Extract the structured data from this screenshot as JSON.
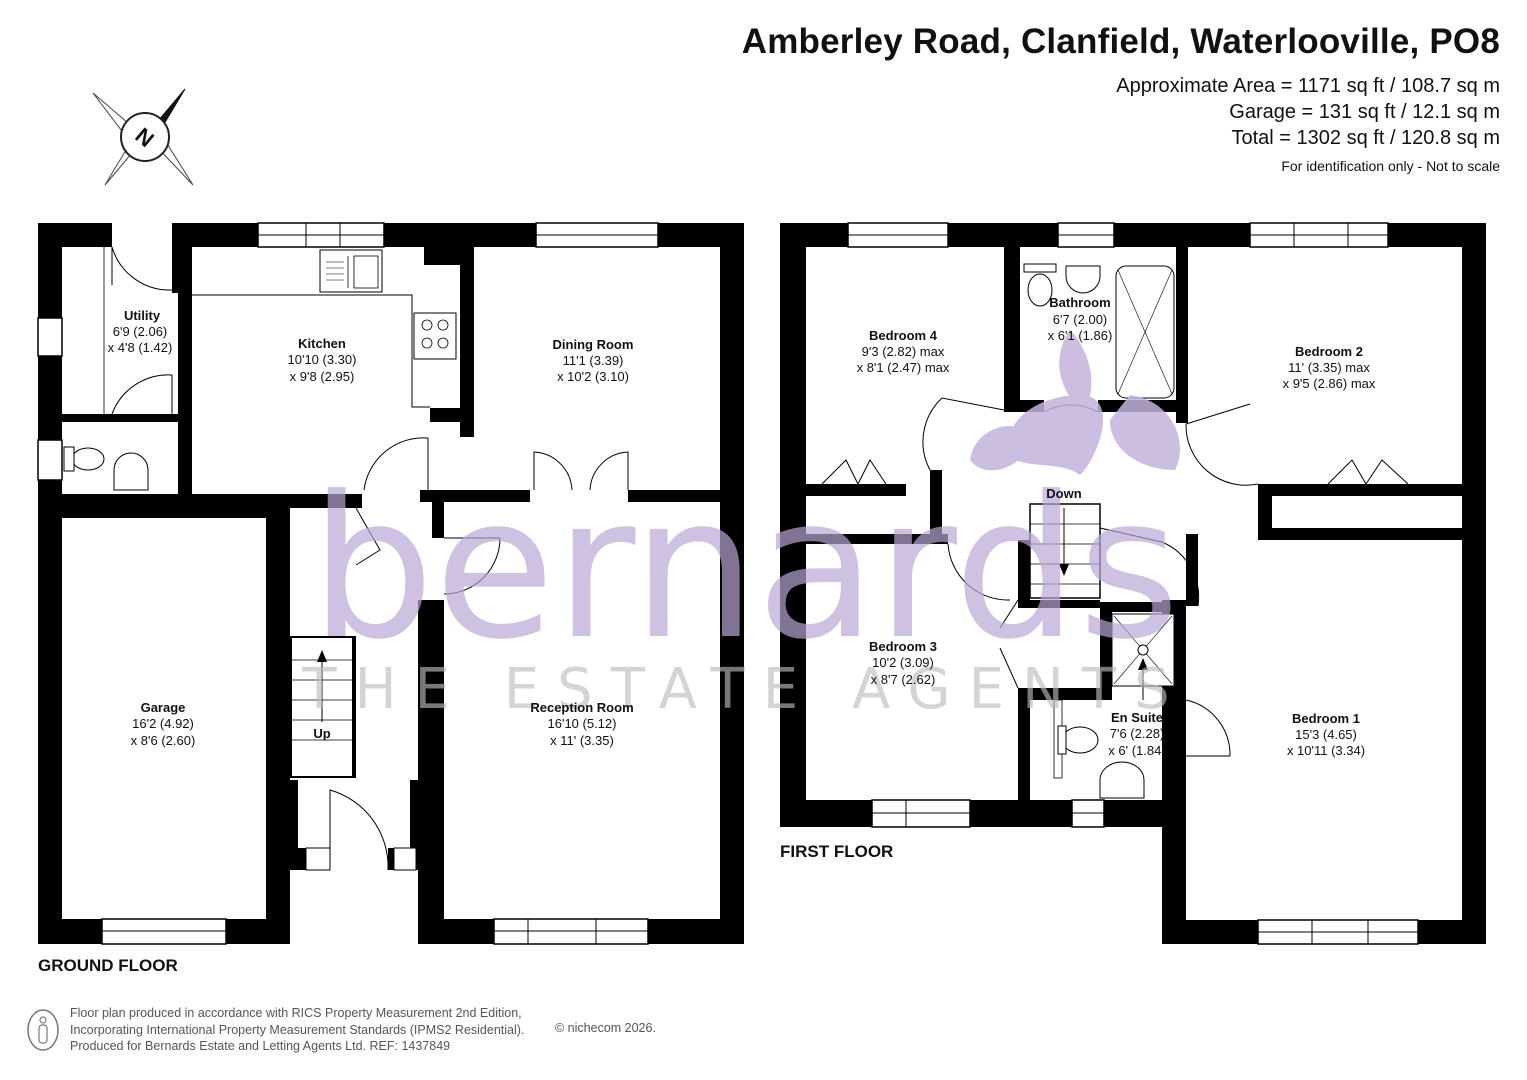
{
  "header": {
    "title": "Amberley Road, Clanfield, Waterlooville, PO8",
    "area_lines": [
      "Approximate Area = 1171 sq ft / 108.7 sq m",
      "Garage = 131 sq ft / 12.1 sq m",
      "Total = 1302 sq ft / 120.8 sq m"
    ],
    "disclaimer": "For identification only - Not to scale"
  },
  "compass": {
    "icon": "north-compass-icon",
    "label": "N"
  },
  "watermark": {
    "brand": "bernards",
    "tagline": "THE ESTATE AGENTS",
    "color": "#b9a6d3"
  },
  "ground_floor": {
    "label": "GROUND FLOOR",
    "rooms": [
      {
        "name": "Utility",
        "dim1": "6'9 (2.06)",
        "dim2": "x 4'8 (1.42)"
      },
      {
        "name": "Kitchen",
        "dim1": "10'10 (3.30)",
        "dim2": "x 9'8 (2.95)"
      },
      {
        "name": "Dining Room",
        "dim1": "11'1 (3.39)",
        "dim2": "x 10'2 (3.10)"
      },
      {
        "name": "Garage",
        "dim1": "16'2 (4.92)",
        "dim2": "x 8'6 (2.60)"
      },
      {
        "name": "Reception Room",
        "dim1": "16'10 (5.12)",
        "dim2": "x 11' (3.35)"
      }
    ],
    "stairs_label": "Up"
  },
  "first_floor": {
    "label": "FIRST FLOOR",
    "rooms": [
      {
        "name": "Bedroom 4",
        "dim1": "9'3 (2.82) max",
        "dim2": "x 8'1 (2.47) max"
      },
      {
        "name": "Bathroom",
        "dim1": "6'7 (2.00)",
        "dim2": "x 6'1 (1.86)"
      },
      {
        "name": "Bedroom 2",
        "dim1": "11' (3.35) max",
        "dim2": "x 9'5 (2.86) max"
      },
      {
        "name": "Bedroom 3",
        "dim1": "10'2 (3.09)",
        "dim2": "x 8'7 (2.62)"
      },
      {
        "name": "En Suite",
        "dim1": "7'6 (2.28)",
        "dim2": "x 6' (1.84)"
      },
      {
        "name": "Bedroom 1",
        "dim1": "15'3 (4.65)",
        "dim2": "x 10'11 (3.34)"
      }
    ],
    "stairs_label": "Down"
  },
  "footer": {
    "lines": [
      "Floor plan produced in accordance with RICS Property Measurement 2nd Edition,",
      "Incorporating International Property Measurement Standards (IPMS2 Residential).",
      "Produced for Bernards Estate and Letting Agents Ltd.   REF:  1437849"
    ],
    "copyright": "© nichecom 2026."
  }
}
